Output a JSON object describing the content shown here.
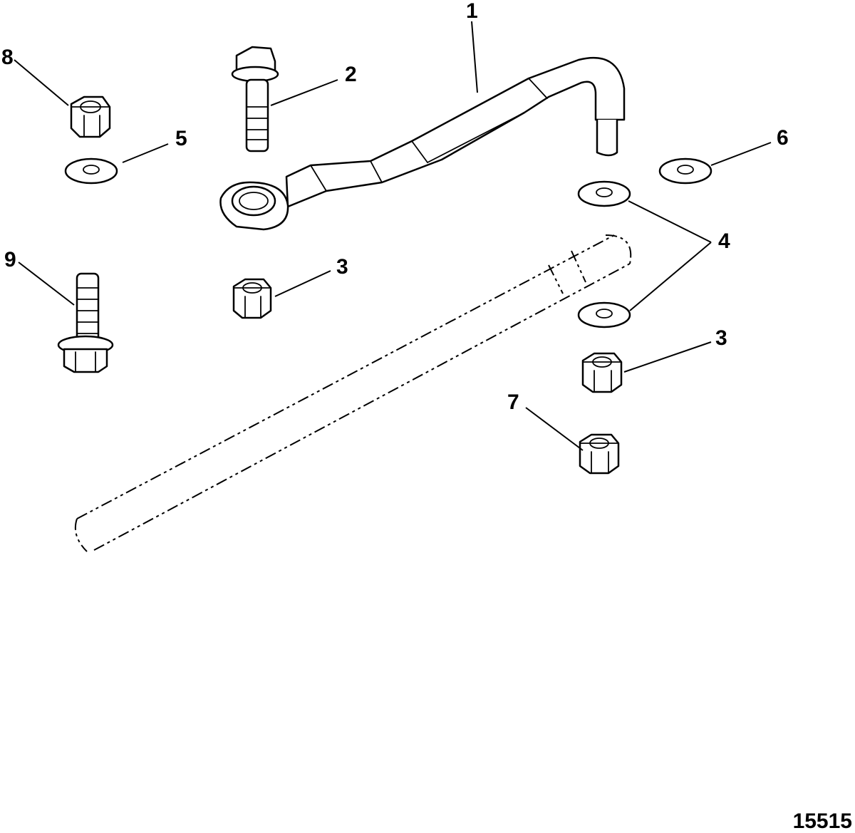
{
  "callouts": [
    {
      "id": "1",
      "text": "1"
    },
    {
      "id": "2",
      "text": "2"
    },
    {
      "id": "3a",
      "text": "3"
    },
    {
      "id": "3b",
      "text": "3"
    },
    {
      "id": "4",
      "text": "4"
    },
    {
      "id": "5",
      "text": "5"
    },
    {
      "id": "6",
      "text": "6"
    },
    {
      "id": "7",
      "text": "7"
    },
    {
      "id": "8",
      "text": "8"
    },
    {
      "id": "9",
      "text": "9"
    }
  ],
  "figure_id": "15515"
}
